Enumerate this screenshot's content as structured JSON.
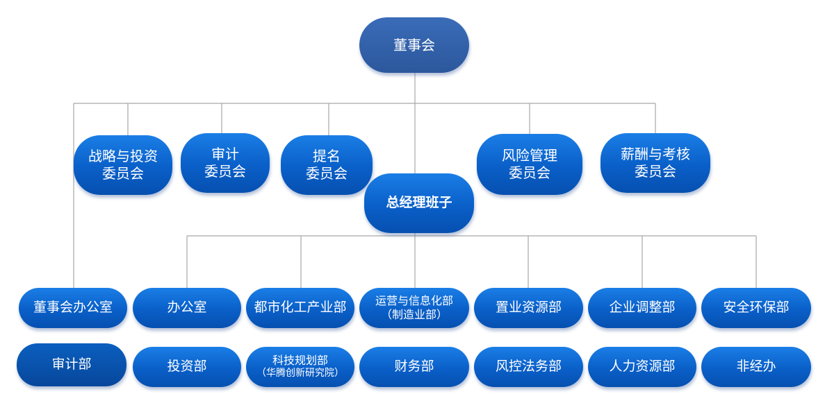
{
  "chart": {
    "board": "董事会",
    "committees": [
      {
        "line1": "战略与投资",
        "line2": "委员会"
      },
      {
        "line1": "审计",
        "line2": "委员会"
      },
      {
        "line1": "提名",
        "line2": "委员会"
      },
      {
        "line1": "风险管理",
        "line2": "委员会"
      },
      {
        "line1": "薪酬与考核",
        "line2": "委员会"
      }
    ],
    "gm": "总经理班子",
    "board_office": "董事会办公室",
    "audit_dept": "审计部",
    "departments_row1": [
      {
        "line1": "办公室"
      },
      {
        "line1": "都市化工产业部"
      },
      {
        "line1": "运营与信息化部",
        "line2": "（制造业部）"
      },
      {
        "line1": "置业资源部"
      },
      {
        "line1": "企业调整部"
      },
      {
        "line1": "安全环保部"
      }
    ],
    "departments_row2": [
      {
        "line1": "投资部"
      },
      {
        "line1": "科技规划部",
        "line2": "（华腾创新研究院）"
      },
      {
        "line1": "财务部"
      },
      {
        "line1": "风控法务部"
      },
      {
        "line1": "人力资源部"
      },
      {
        "line1": "非经办"
      }
    ]
  }
}
